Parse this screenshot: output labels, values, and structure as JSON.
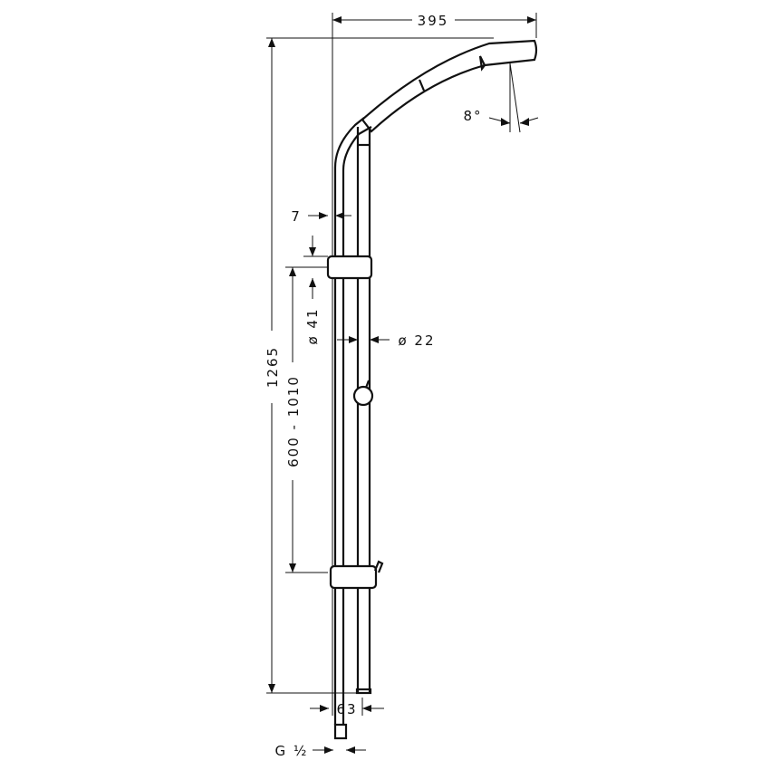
{
  "drawing": {
    "dimensions": {
      "overall_width": "395",
      "spray_angle": "8°",
      "hose_offset": "7",
      "slider_height": "ø 41",
      "rod_diameter": "ø 22",
      "overall_height": "1265",
      "slider_range": "600 - 1010",
      "wall_distance": "63",
      "connection_thread": "G ½"
    }
  }
}
